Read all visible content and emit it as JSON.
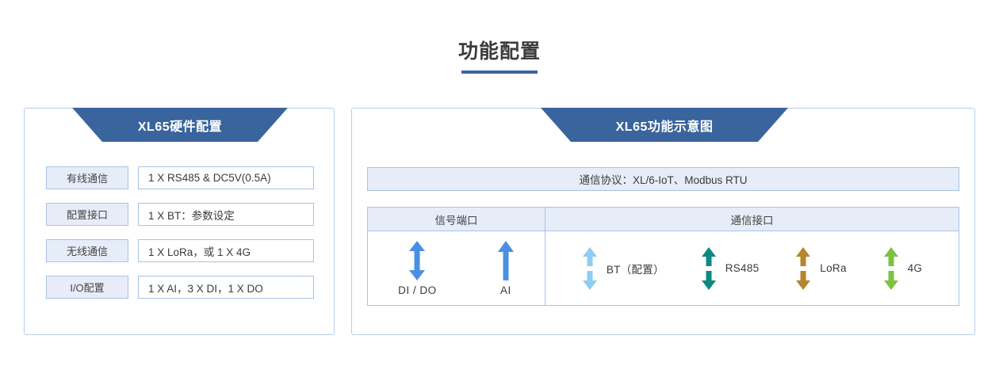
{
  "page": {
    "title": "功能配置",
    "accent_color": "#3a649d",
    "background": "#ffffff"
  },
  "left_panel": {
    "banner_title": "XL65硬件配置",
    "rows": [
      {
        "label": "有线通信",
        "value": "1 X RS485 & DC5V(0.5A)"
      },
      {
        "label": "配置接口",
        "value": "1 X BT：参数设定"
      },
      {
        "label": "无线通信",
        "value": "1 X LoRa，或 1 X 4G"
      },
      {
        "label": "I/O配置",
        "value": "1 X AI，3 X DI，1 X DO"
      }
    ]
  },
  "right_panel": {
    "banner_title": "XL65功能示意图",
    "protocol_bar": "通信协议：XL/6-IoT、Modbus RTU",
    "columns": {
      "signal_header": "信号端口",
      "comm_header": "通信接口"
    },
    "signal_ports": [
      {
        "label": "DI / DO",
        "arrow": "double-arrow-icon",
        "color": "#4a90e2"
      },
      {
        "label": "AI",
        "arrow": "up-arrow-icon",
        "color": "#4a90e2"
      }
    ],
    "comm_ports": [
      {
        "label": "BT（配置）",
        "arrow": "split-arrow-icon",
        "color": "#8ecdf0"
      },
      {
        "label": "RS485",
        "arrow": "split-arrow-icon",
        "color": "#0c8a80"
      },
      {
        "label": "LoRa",
        "arrow": "split-arrow-icon",
        "color": "#b5862b"
      },
      {
        "label": "4G",
        "arrow": "split-arrow-icon",
        "color": "#7ec242"
      }
    ]
  }
}
